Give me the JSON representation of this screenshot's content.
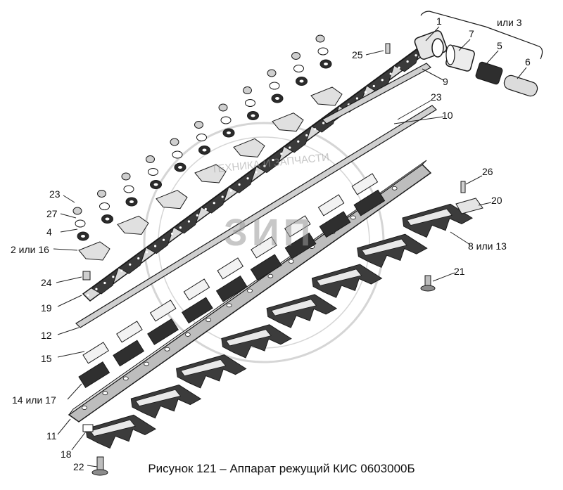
{
  "caption": "Рисунок 121 – Аппарат режущий КИС 0603000Б",
  "watermark": {
    "text": "ТЕХНИКА И ЗАПЧАСТИ",
    "logo": "ЗИП"
  },
  "callouts": [
    {
      "id": "c1",
      "text": "1"
    },
    {
      "id": "c3",
      "text": "или 3"
    },
    {
      "id": "c7",
      "text": "7"
    },
    {
      "id": "c5",
      "text": "5"
    },
    {
      "id": "c6",
      "text": "6"
    },
    {
      "id": "c25",
      "text": "25"
    },
    {
      "id": "c9",
      "text": "9"
    },
    {
      "id": "c23a",
      "text": "23"
    },
    {
      "id": "c10",
      "text": "10"
    },
    {
      "id": "c26",
      "text": "26"
    },
    {
      "id": "c20",
      "text": "20"
    },
    {
      "id": "c8",
      "text": "8 или 13"
    },
    {
      "id": "c21",
      "text": "21"
    },
    {
      "id": "c23b",
      "text": "23"
    },
    {
      "id": "c27",
      "text": "27"
    },
    {
      "id": "c4",
      "text": "4"
    },
    {
      "id": "c2",
      "text": "2 или 16"
    },
    {
      "id": "c24",
      "text": "24"
    },
    {
      "id": "c19",
      "text": "19"
    },
    {
      "id": "c12",
      "text": "12"
    },
    {
      "id": "c15",
      "text": "15"
    },
    {
      "id": "c14",
      "text": "14 или 17"
    },
    {
      "id": "c11",
      "text": "11"
    },
    {
      "id": "c18",
      "text": "18"
    },
    {
      "id": "c22",
      "text": "22"
    }
  ]
}
